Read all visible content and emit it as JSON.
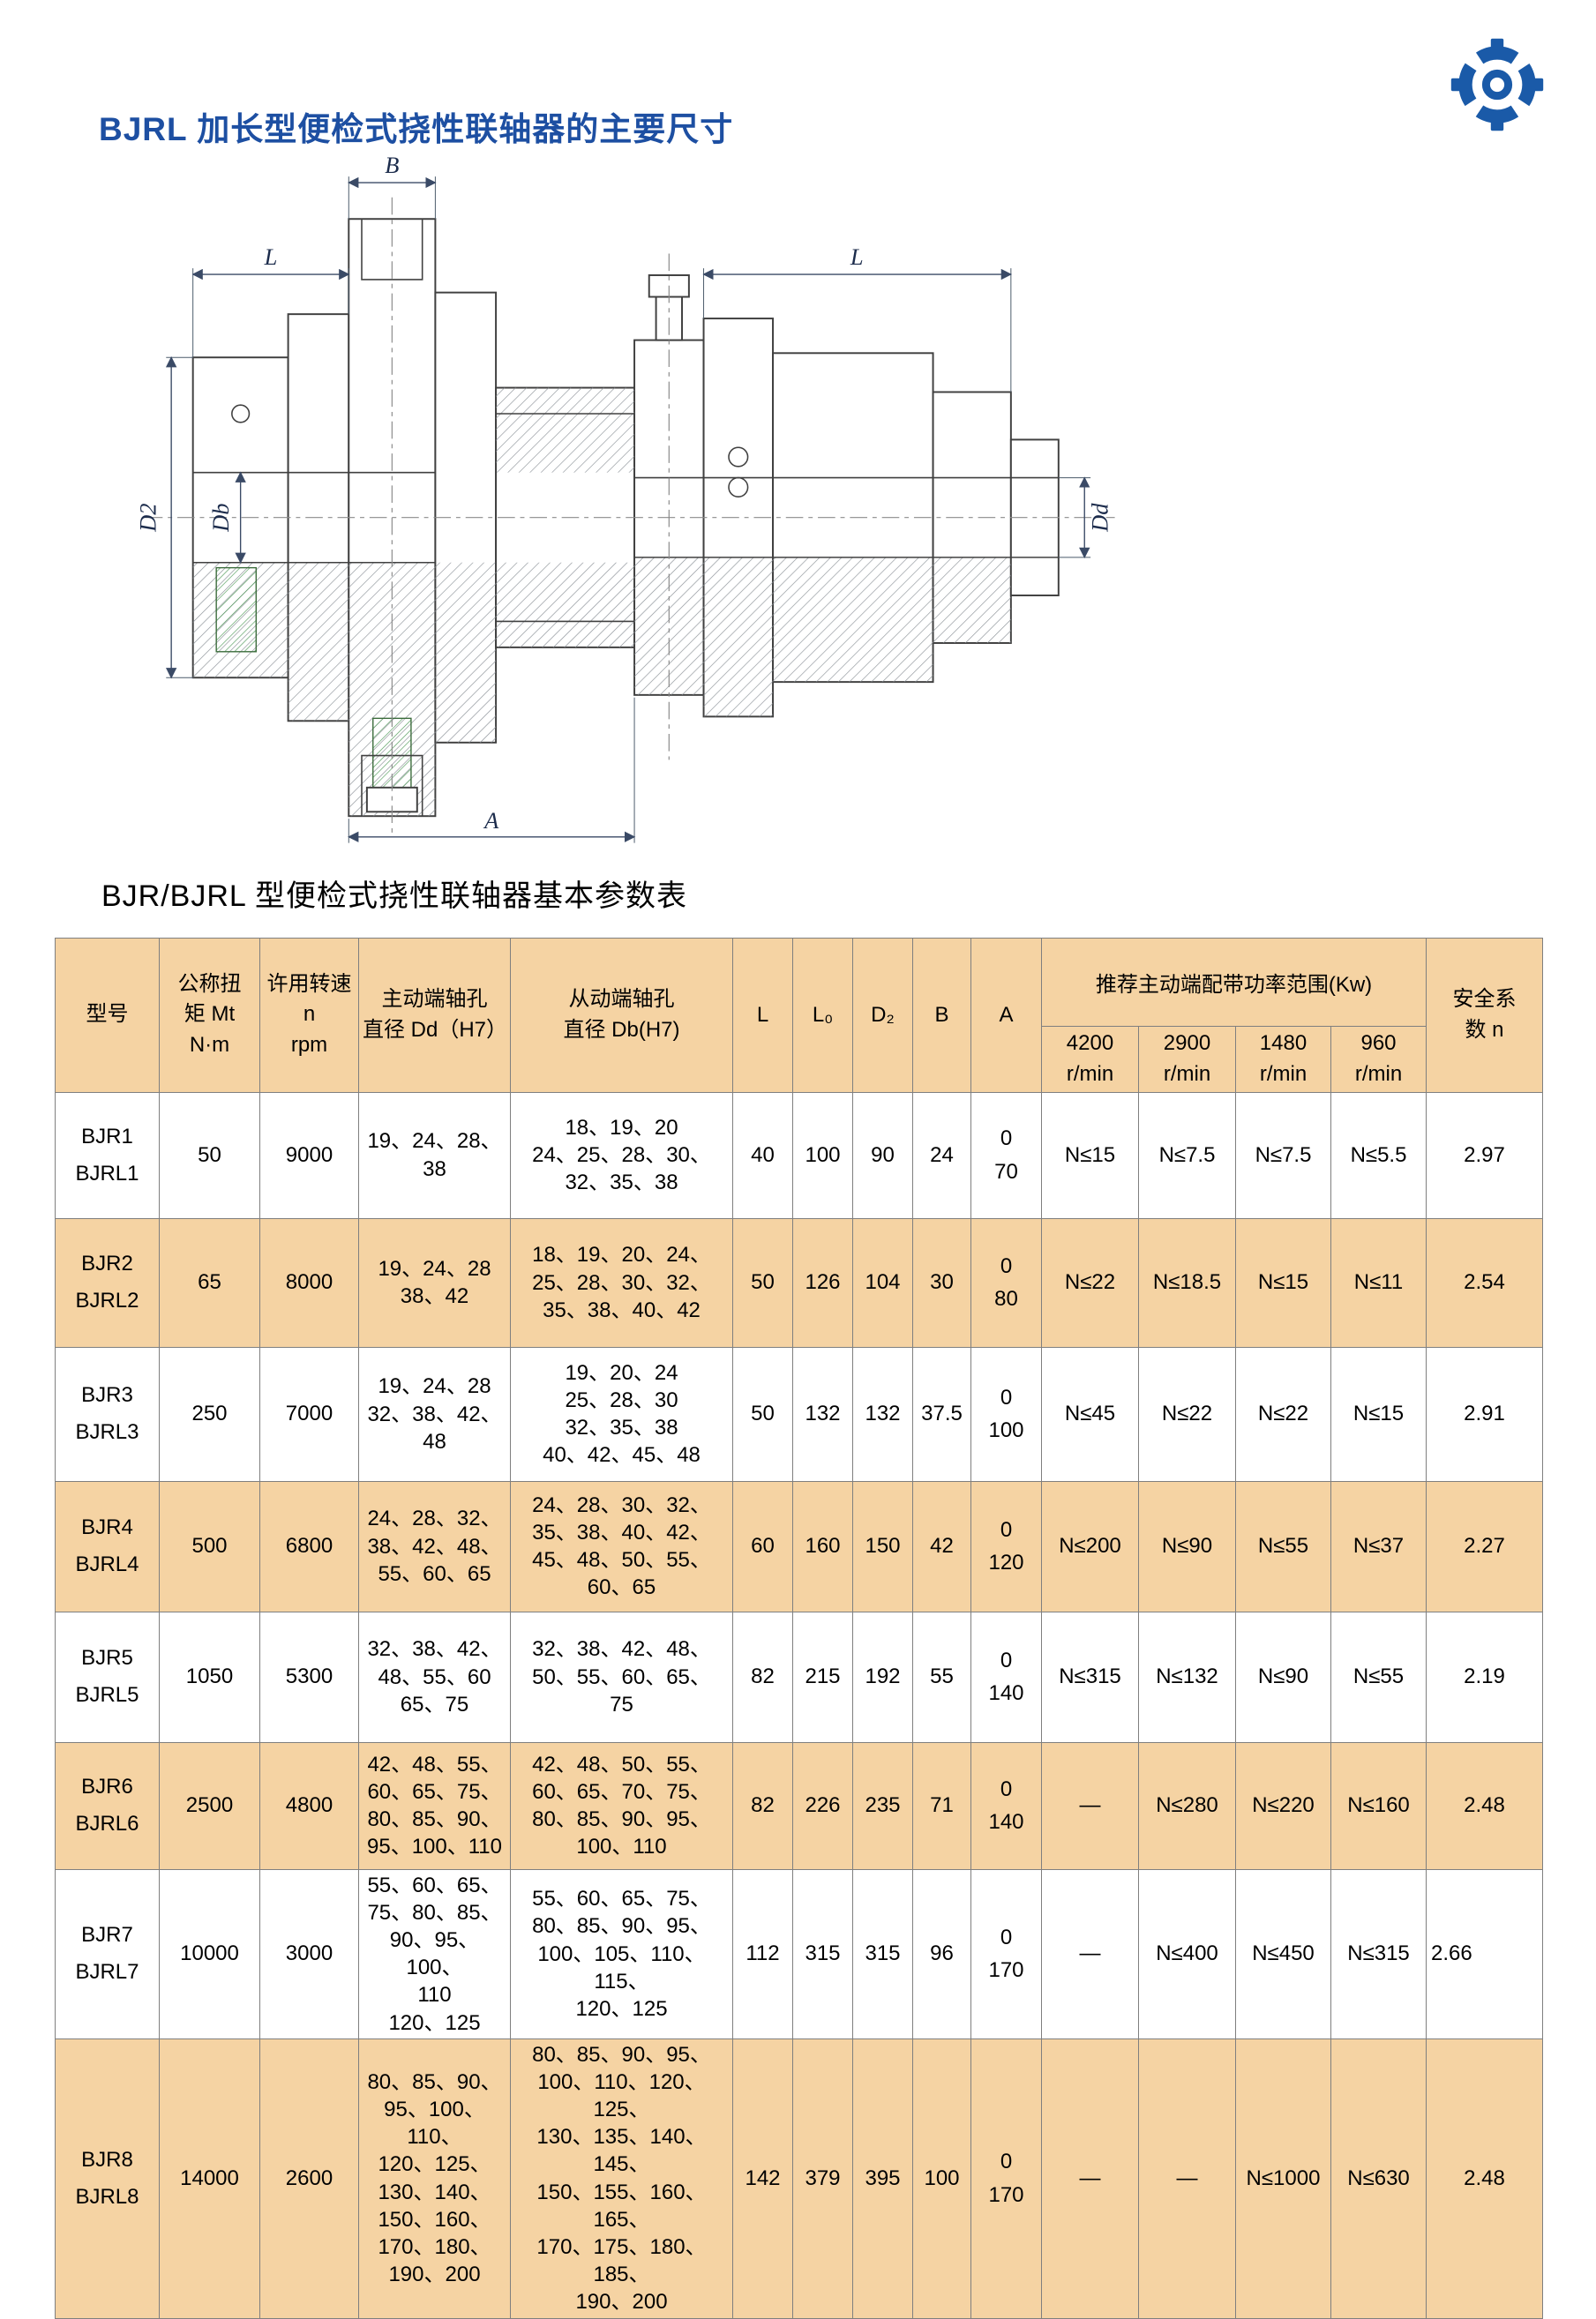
{
  "page": {
    "title": "BJRL 加长型便检式挠性联轴器的主要尺寸",
    "table_title": "BJR/BJRL 型便检式挠性联轴器基本参数表"
  },
  "logo": {
    "color": "#1a5aa8"
  },
  "drawing": {
    "labels": {
      "b": "B",
      "l_left": "L",
      "l_right": "L",
      "a": "A",
      "d2": "D2",
      "db": "Db",
      "dd": "Dd"
    }
  },
  "table": {
    "headers": {
      "model": "型号",
      "torque": "公称扭\n矩 Mt\nN·m",
      "speed": "许用转速\nn\nrpm",
      "bore_dd": "主动端轴孔\n直径 Dd（H7）",
      "bore_db": "从动端轴孔\n直径 Db(H7)",
      "l": "L",
      "l0": "L₀",
      "d2": "D₂",
      "b": "B",
      "a": "A",
      "power": "推荐主动端配带功率范围(Kw)",
      "power_cols": [
        "4200\nr/min",
        "2900\nr/min",
        "1480\nr/min",
        "960\nr/min"
      ],
      "safety": "安全系\n数 n"
    },
    "rows": [
      {
        "model": "BJR1\nBJRL1",
        "torque": "50",
        "speed": "9000",
        "bore_dd": "19、24、28、\n38",
        "bore_dd_center": true,
        "bore_db": "18、19、20\n24、25、28、30、\n32、35、38",
        "l": "40",
        "l0": "100",
        "d2": "90",
        "b": "24",
        "a": "0\n70",
        "power": [
          "N≤15",
          "N≤7.5",
          "N≤7.5",
          "N≤5.5"
        ],
        "safety": "2.97"
      },
      {
        "model": "BJR2\nBJRL2",
        "torque": "65",
        "speed": "8000",
        "bore_dd": "19、24、28\n38、42",
        "bore_db": "18、19、20、24、\n25、28、30、32、\n35、38、40、42",
        "l": "50",
        "l0": "126",
        "d2": "104",
        "b": "30",
        "a": "0\n80",
        "power": [
          "N≤22",
          "N≤18.5",
          "N≤15",
          "N≤11"
        ],
        "safety": "2.54"
      },
      {
        "model": "BJR3\nBJRL3",
        "torque": "250",
        "speed": "7000",
        "bore_dd": "19、24、28\n32、38、42、\n48",
        "bore_db": "19、20、24\n25、28、30\n32、35、38\n40、42、45、48",
        "l": "50",
        "l0": "132",
        "d2": "132",
        "b": "37.5",
        "a": "0\n100",
        "power": [
          "N≤45",
          "N≤22",
          "N≤22",
          "N≤15"
        ],
        "safety": "2.91"
      },
      {
        "model": "BJR4\nBJRL4",
        "torque": "500",
        "speed": "6800",
        "bore_dd": "24、28、32、\n38、42、48、\n55、60、65",
        "bore_db": "24、28、30、32、\n35、38、40、42、\n45、48、50、55、\n60、65",
        "l": "60",
        "l0": "160",
        "d2": "150",
        "b": "42",
        "a": "0\n120",
        "power": [
          "N≤200",
          "N≤90",
          "N≤55",
          "N≤37"
        ],
        "safety": "2.27"
      },
      {
        "model": "BJR5\nBJRL5",
        "torque": "1050",
        "speed": "5300",
        "bore_dd": "32、38、42、\n48、55、60\n65、75",
        "bore_db": "32、38、42、48、\n50、55、60、65、\n75",
        "l": "82",
        "l0": "215",
        "d2": "192",
        "b": "55",
        "a": "0\n140",
        "power": [
          "N≤315",
          "N≤132",
          "N≤90",
          "N≤55"
        ],
        "safety": "2.19"
      },
      {
        "model": "BJR6\nBJRL6",
        "torque": "2500",
        "speed": "4800",
        "bore_dd": "42、48、55、\n60、65、75、\n80、85、90、\n95、100、110",
        "bore_db": "42、48、50、55、\n60、65、70、75、\n80、85、90、95、\n100、110",
        "l": "82",
        "l0": "226",
        "d2": "235",
        "b": "71",
        "a": "0\n140",
        "power": [
          "—",
          "N≤280",
          "N≤220",
          "N≤160"
        ],
        "safety": "2.48"
      },
      {
        "model": "BJR7\nBJRL7",
        "torque": "10000",
        "speed": "3000",
        "bore_dd": "55、60、65、\n75、80、85、\n90、95、100、\n110\n120、125",
        "bore_db": "55、60、65、75、\n80、85、90、95、\n100、105、110、115、\n120、125",
        "l": "112",
        "l0": "315",
        "d2": "315",
        "b": "96",
        "a": "0\n170",
        "power": [
          "—",
          "N≤400",
          "N≤450",
          "N≤315"
        ],
        "safety": "2.66",
        "safety_left": true
      },
      {
        "model": "BJR8\nBJRL8",
        "torque": "14000",
        "speed": "2600",
        "bore_dd": "80、85、90、\n95、100、110、\n120、125、\n130、140、\n150、160、\n170、180、\n190、200",
        "bore_db": "80、85、90、95、\n100、110、120、125、\n130、135、140、145、\n150、155、160、165、\n170、175、180、185、\n190、200",
        "l": "142",
        "l0": "379",
        "d2": "395",
        "b": "100",
        "a": "0\n170",
        "power": [
          "—",
          "—",
          "N≤1000",
          "N≤630"
        ],
        "safety": "2.48"
      }
    ]
  }
}
